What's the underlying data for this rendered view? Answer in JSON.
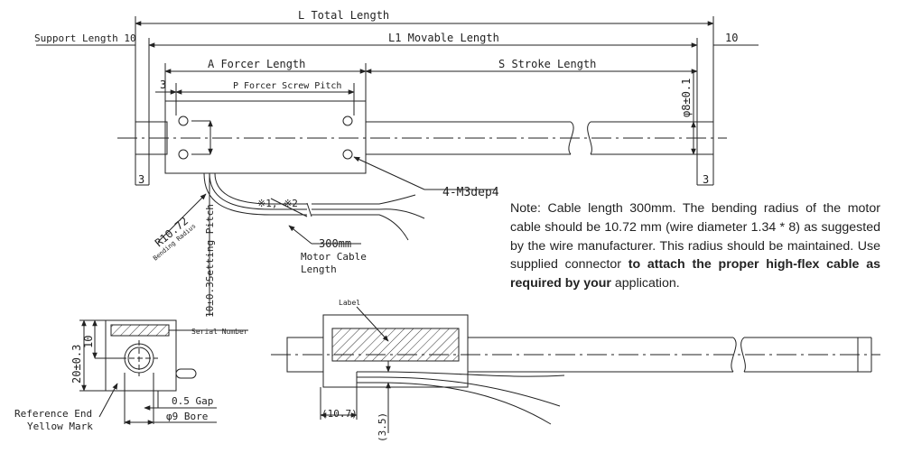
{
  "dimensions": {
    "total_length": "L Total Length",
    "support_length": "Support Length 10",
    "support_length_right": "10",
    "movable_length": "L1 Movable Length",
    "forcer_length": "A Forcer Length",
    "stroke_length": "S Stroke Length",
    "forcer_screw_pitch": "P Forcer Screw Pitch",
    "edge_offset_top": "3",
    "edge_offset_left": "3",
    "edge_offset_right": "3",
    "shaft_diameter": "φ8±0.1",
    "mount_holes": "4-M3dep4",
    "cable_marks": "※1, ※2",
    "cable_length_value": "300mm",
    "cable_length_label_1": "Motor Cable",
    "cable_length_label_2": "Length",
    "bending_radius_value": "R10.72",
    "bending_radius_label": "Bending Radius",
    "setting_pitch": "10±0.3Setting Pitch",
    "height": "20±0.3",
    "half_height": "10",
    "serial_number": "Serial Number",
    "gap": "0.5 Gap",
    "bore": "φ9 Bore",
    "reference_end": "Reference End",
    "yellow_mark": "Yellow Mark",
    "label": "Label",
    "dim_10_7": "(10.7)",
    "dim_3_5": "(3.5)"
  },
  "note": {
    "plain": "Note: Cable length 300mm. The bending radius of the motor cable should be 10.72 mm (wire diameter 1.34 * 8) as suggested by the wire manufacturer. This radius should be maintained. Use supplied connector ",
    "bold": "to attach the proper high-flex cable as required by your",
    "tail": " application."
  }
}
